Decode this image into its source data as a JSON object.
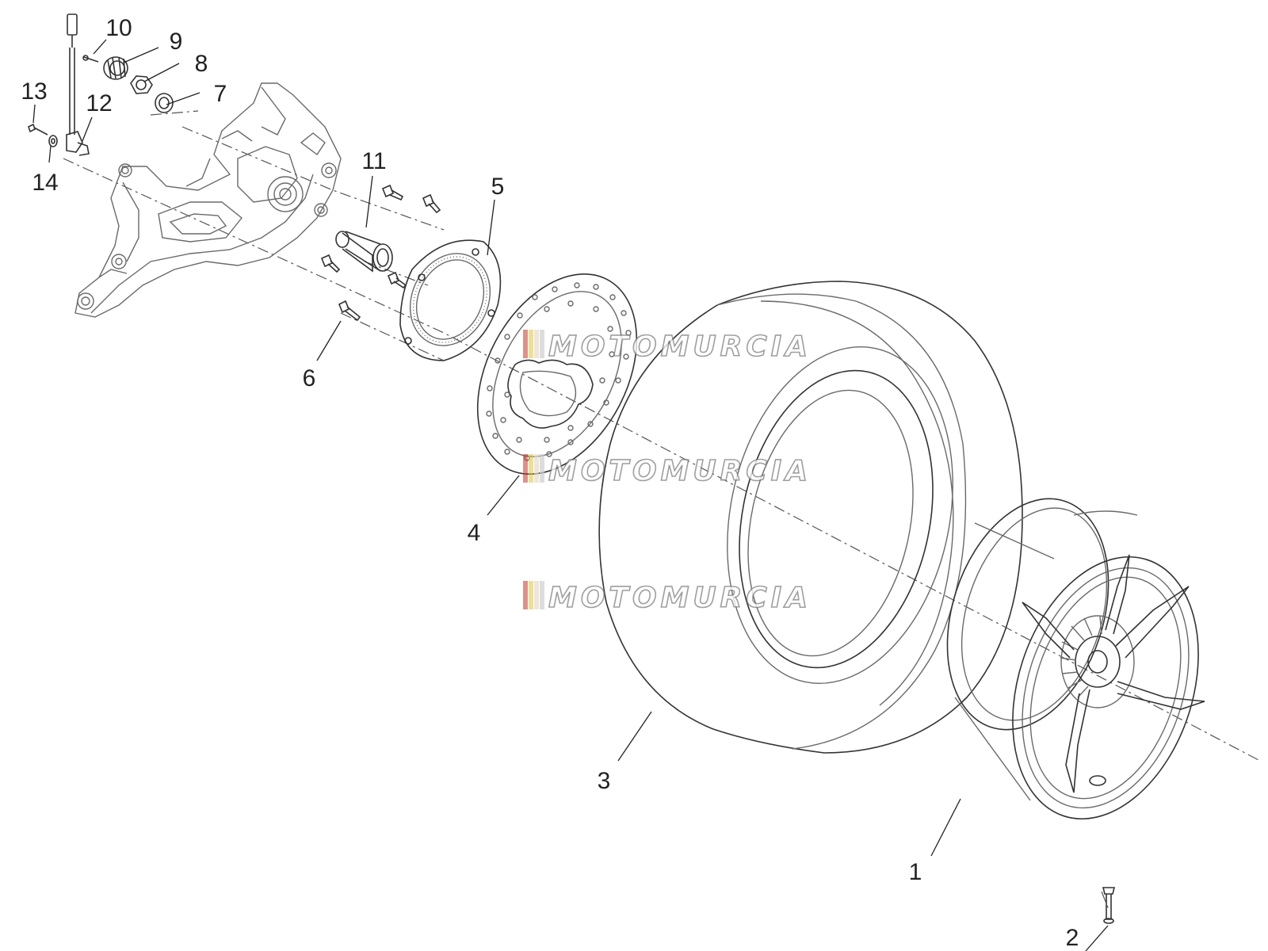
{
  "diagram": {
    "callouts": [
      "1",
      "2",
      "3",
      "4",
      "5",
      "6",
      "7",
      "8",
      "9",
      "10",
      "11",
      "12",
      "13",
      "14"
    ],
    "watermark": "MOTOMURCIA",
    "colors": {
      "line": "#6a6a6a",
      "text": "#222222",
      "watermark_outline": "#7f7f7f",
      "watermark_stripes": [
        "#c0392b",
        "#e0c341",
        "#e3dcc8",
        "#cfcfcf"
      ]
    }
  }
}
